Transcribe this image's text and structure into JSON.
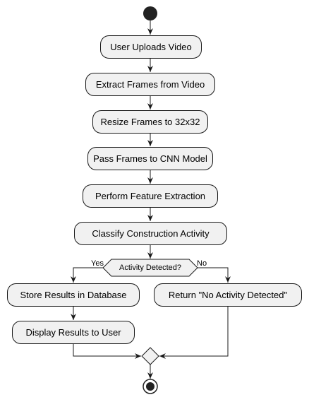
{
  "activities": {
    "upload": "User Uploads Video",
    "extract": "Extract Frames from Video",
    "resize": "Resize Frames to 32x32",
    "pass": "Pass Frames to CNN Model",
    "feature": "Perform Feature Extraction",
    "classify": "Classify Construction Activity",
    "store": "Store Results in Database",
    "no_activity": "Return \"No Activity Detected\"",
    "display": "Display Results to User"
  },
  "decision": {
    "question": "Activity Detected?",
    "yes_label": "Yes",
    "no_label": "No"
  },
  "colors": {
    "node_fill": "#f1f1f1",
    "stroke": "#181818",
    "terminal": "#222222"
  }
}
